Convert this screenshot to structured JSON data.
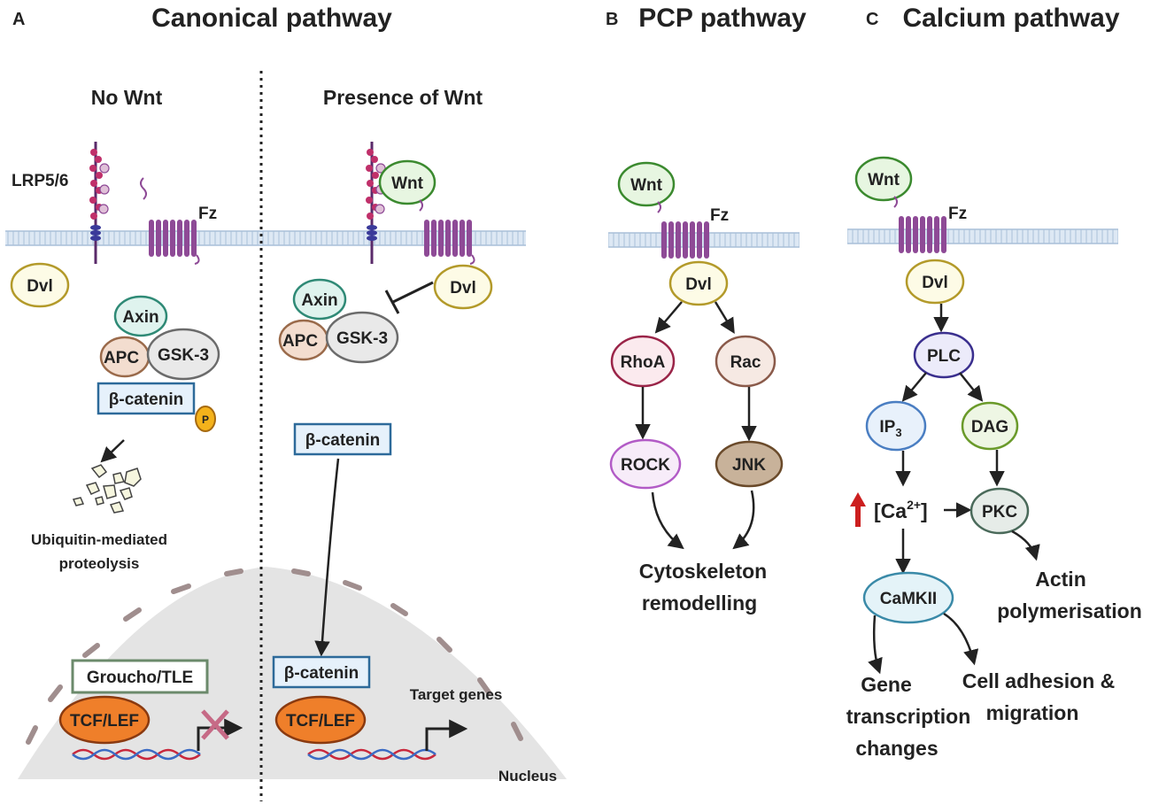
{
  "panels": {
    "a": {
      "letter": "A",
      "title": "Canonical pathway"
    },
    "b": {
      "letter": "B",
      "title": "PCP pathway"
    },
    "c": {
      "letter": "C",
      "title": "Calcium pathway"
    }
  },
  "canonical": {
    "no_wnt": {
      "heading": "No Wnt",
      "lrp": "LRP5/6",
      "fz": "Fz",
      "dvl": "Dvl",
      "axin": "Axin",
      "apc": "APC",
      "gsk": "GSK-3",
      "beta_catenin": "β-catenin",
      "phospho": "P",
      "fate_line1": "Ubiquitin-mediated",
      "fate_line2": "proteolysis",
      "groucho": "Groucho/TLE",
      "tcf": "TCF/LEF"
    },
    "wnt": {
      "heading": "Presence of Wnt",
      "wnt": "Wnt",
      "dvl": "Dvl",
      "axin": "Axin",
      "apc": "APC",
      "gsk": "GSK-3",
      "beta_catenin": "β-catenin",
      "beta_catenin_nuclear": "β-catenin",
      "tcf": "TCF/LEF",
      "target_genes": "Target genes",
      "nucleus": "Nucleus"
    }
  },
  "pcp": {
    "wnt": "Wnt",
    "fz": "Fz",
    "dvl": "Dvl",
    "rhoa": "RhoA",
    "rac": "Rac",
    "rock": "ROCK",
    "jnk": "JNK",
    "outcome_line1": "Cytoskeleton",
    "outcome_line2": "remodelling"
  },
  "calcium": {
    "wnt": "Wnt",
    "fz": "Fz",
    "dvl": "Dvl",
    "plc": "PLC",
    "ip3": "IP",
    "ip3_sub": "3",
    "dag": "DAG",
    "ca": "[Ca",
    "ca_sup": "2+",
    "ca_close": "]",
    "pkc": "PKC",
    "camkii": "CaMKII",
    "actin_line1": "Actin",
    "actin_line2": "polymerisation",
    "gene_line1": "Gene",
    "gene_line2": "transcription",
    "gene_line3": "changes",
    "adhesion_line1": "Cell adhesion &",
    "adhesion_line2": "migration"
  },
  "colors": {
    "text": "#222222",
    "membrane": "#a9bfd8",
    "receptor": "#8e4a96",
    "lrp_bead": "#c0306a",
    "dvl_fill": "#fdfbe6",
    "dvl_stroke": "#b39a2a",
    "wnt_fill": "#e7f6e1",
    "wnt_stroke": "#3b8a2f",
    "axin_fill": "#dff3ee",
    "axin_stroke": "#2f8a76",
    "apc_fill": "#f3ddcf",
    "apc_stroke": "#9a6a4a",
    "gsk_fill": "#e9e9e9",
    "gsk_stroke": "#6b6b6b",
    "beta_fill": "#e6f1fb",
    "beta_stroke": "#2d6a9a",
    "phospho_fill": "#f4b21b",
    "tcf_fill": "#ef7f2a",
    "nucleus_fill": "#e4e4e4",
    "nucleus_pore": "#a08e8e",
    "rhoa_stroke": "#9a2448",
    "rock_stroke": "#b25bc6",
    "rac_stroke": "#8a5a4a",
    "jnk_fill": "#c8b29a",
    "plc_stroke": "#3a2f8e",
    "ip3_stroke": "#4a7ec2",
    "dag_stroke": "#6a9a2a",
    "pkc_stroke": "#4a6a5a",
    "camkii_stroke": "#3a8aa8",
    "up_arrow": "#cc1f1f",
    "dna_red": "#c9283c",
    "dna_blue": "#3b6bc4",
    "block_x": "#c66a86"
  }
}
